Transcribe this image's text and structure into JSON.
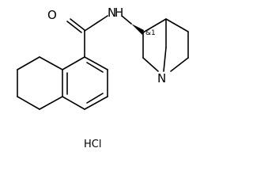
{
  "molecule": {
    "atoms": {
      "oxygen": "O",
      "amide_nitrogen": "N",
      "amide_hydrogen": "H",
      "ring_nitrogen": "N"
    },
    "stereo_label": "&1",
    "salt": "HCl"
  }
}
